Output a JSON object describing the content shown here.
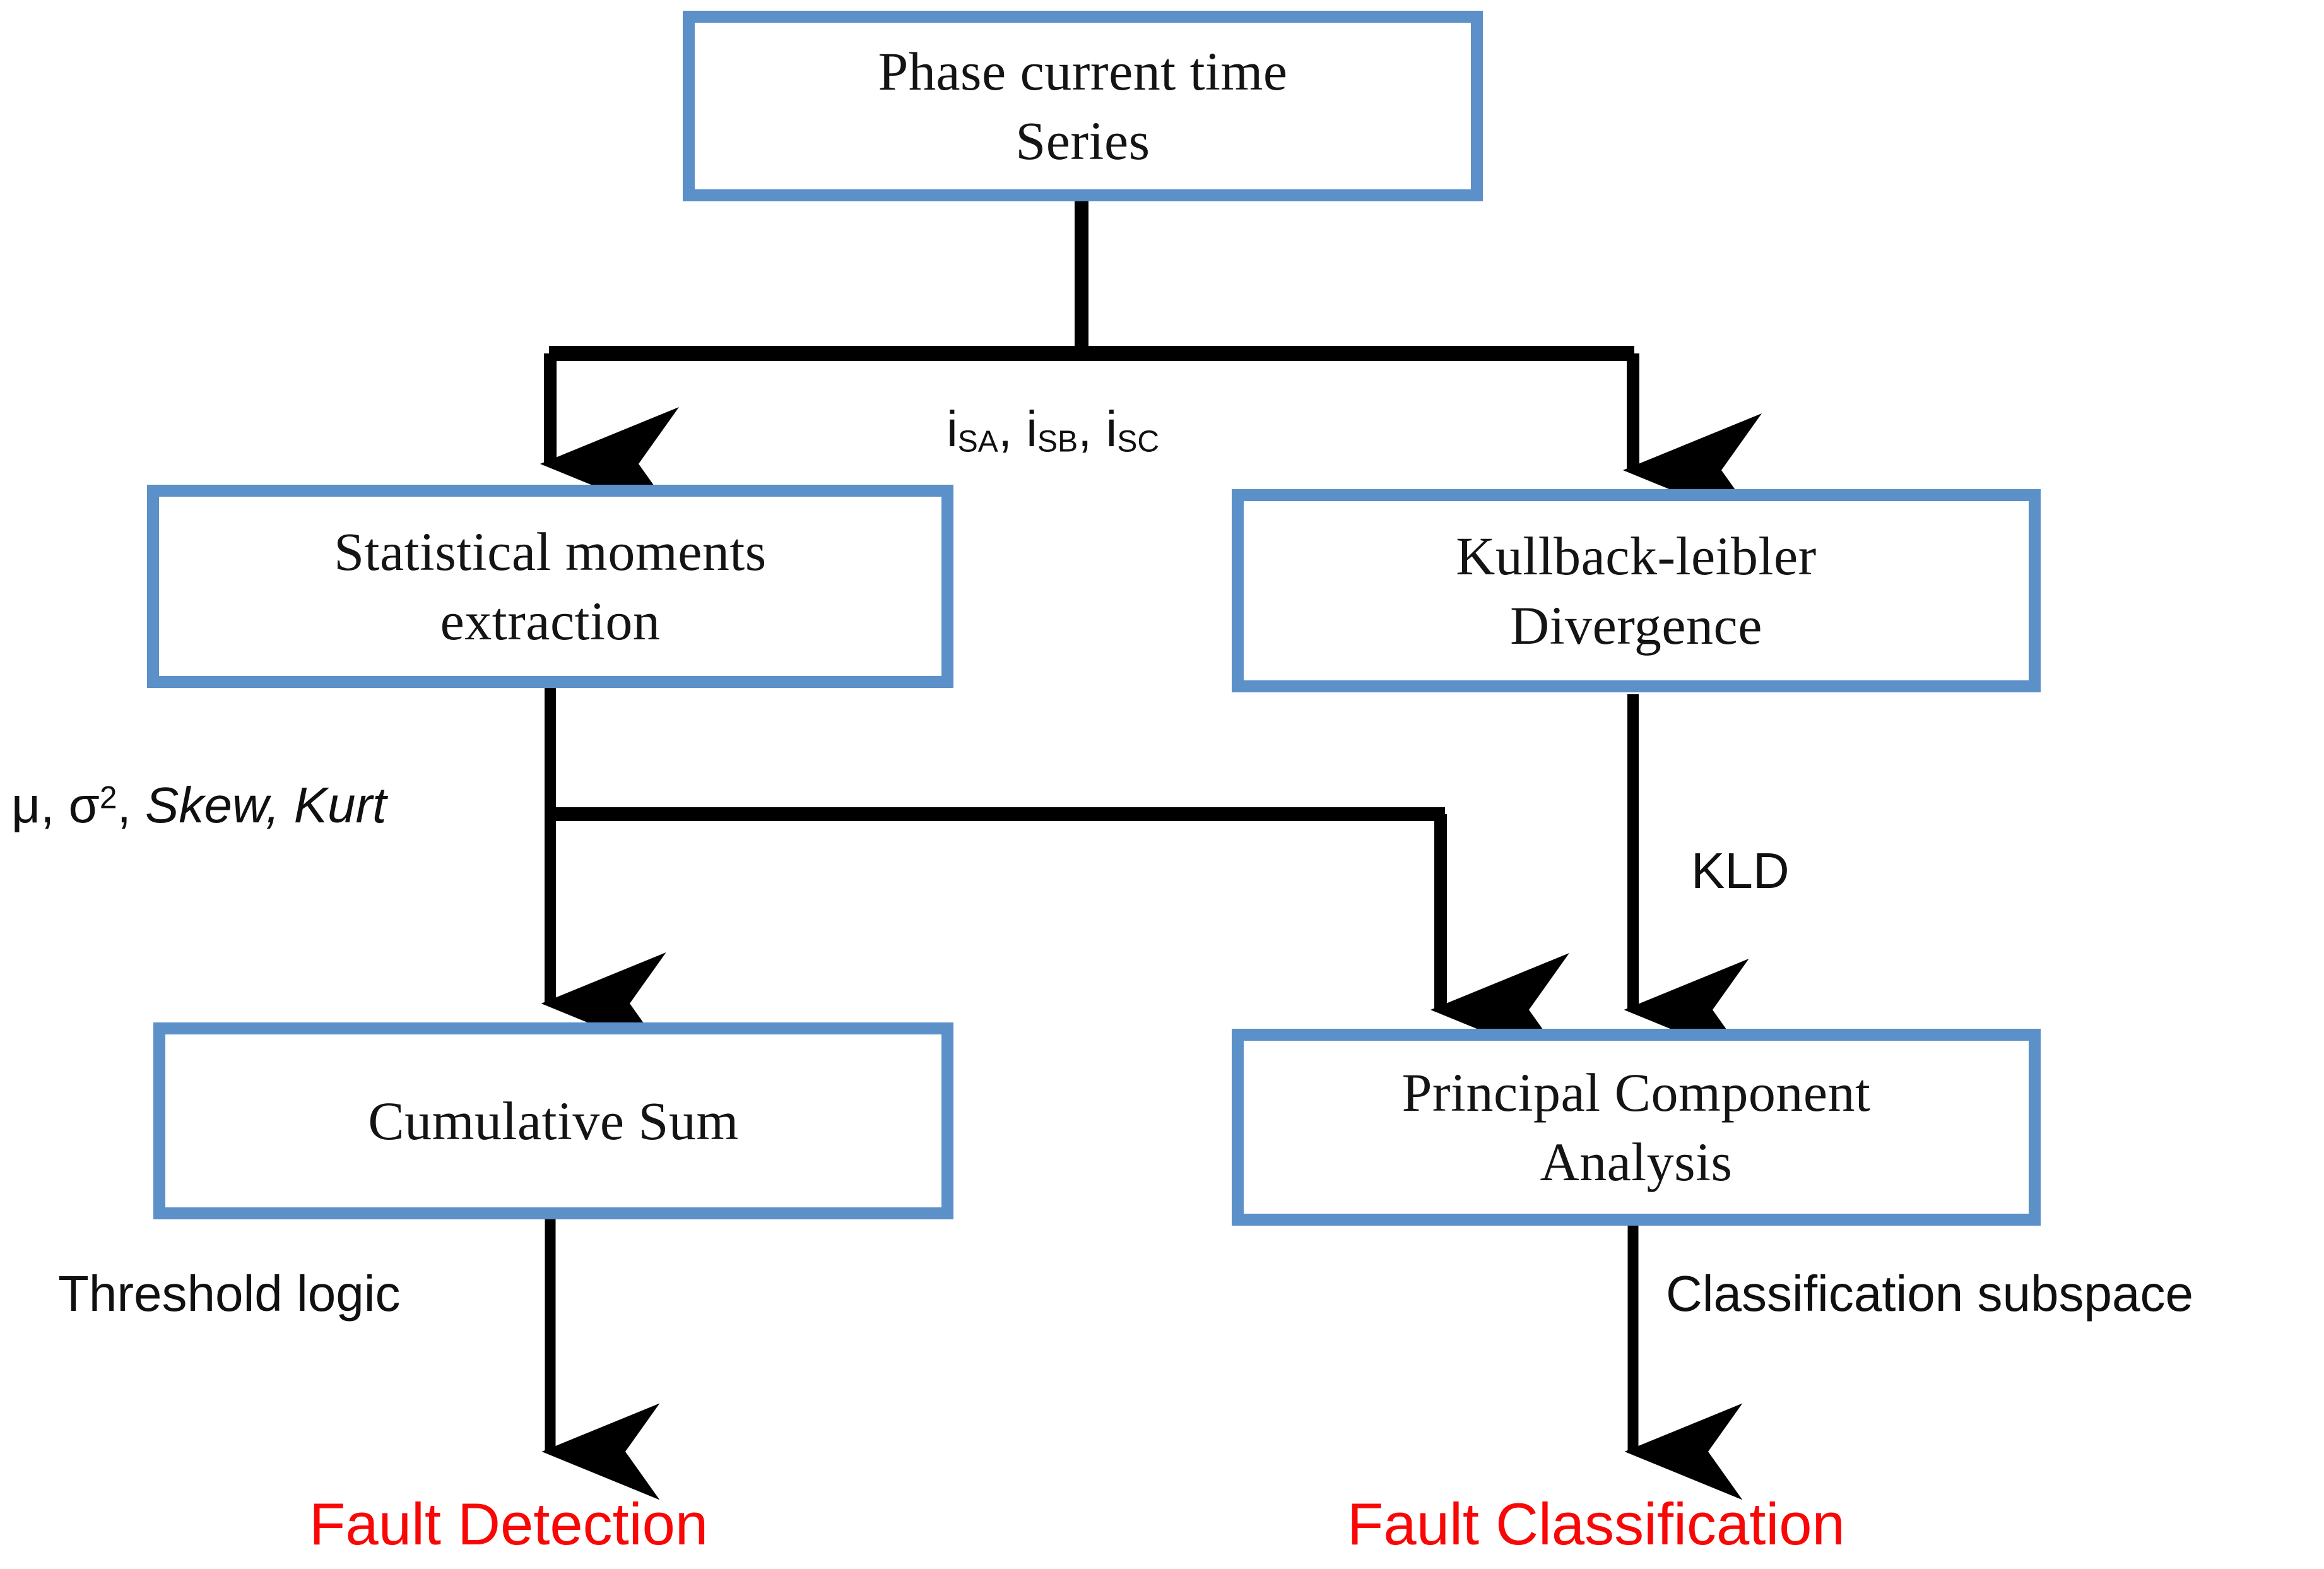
{
  "diagram": {
    "title": "Fault detection and classification flowchart",
    "accent_box_color": "#5b90c8",
    "terminal_text_color": "#f90606",
    "connector_color": "#000000"
  },
  "nodes": [
    {
      "id": "phase-current",
      "label": "Phase current time\nSeries"
    },
    {
      "id": "statistical-moments",
      "label": "Statistical moments\nextraction"
    },
    {
      "id": "kullback-leibler",
      "label": "Kullback-leibler\nDivergence"
    },
    {
      "id": "cumulative-sum",
      "label": "Cumulative Sum"
    },
    {
      "id": "pca",
      "label": "Principal Component\nAnalysis"
    }
  ],
  "edge_labels": {
    "currents": {
      "i": "i",
      "sa": "SA",
      "sb": "SB",
      "sc": "SC",
      "sep": ", ",
      "plain": "iSA, iSB, iSC"
    },
    "moments": {
      "mu": "μ, ",
      "sigma": "σ",
      "sigma_exp": "2",
      "comma": ", ",
      "italic": "Skew, Kurt",
      "plain": "μ, σ2, Skew, Kurt"
    },
    "kld": "KLD",
    "threshold_logic": "Threshold logic",
    "classification_subspace": "Classification subspace"
  },
  "terminals": [
    {
      "id": "fault-detection",
      "label": "Fault Detection"
    },
    {
      "id": "fault-classification",
      "label": "Fault Classification"
    }
  ]
}
